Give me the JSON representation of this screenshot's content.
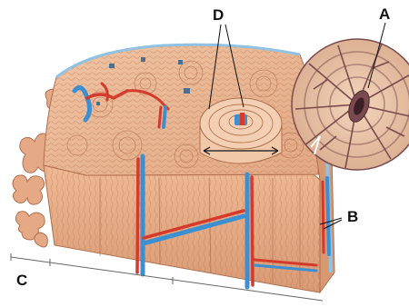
{
  "labels": {
    "a": "A",
    "b": "B",
    "c": "C",
    "d": "D"
  },
  "colors": {
    "bone": "#e9b48f",
    "bone_dark": "#c98a66",
    "bone_line": "#a8664a",
    "artery": "#d63a2b",
    "vein": "#3c8fd0",
    "periosteum": "#8fc2e3",
    "osteocyte_bg": "#efd0b4",
    "osteocyte": "#7a4a4f"
  }
}
